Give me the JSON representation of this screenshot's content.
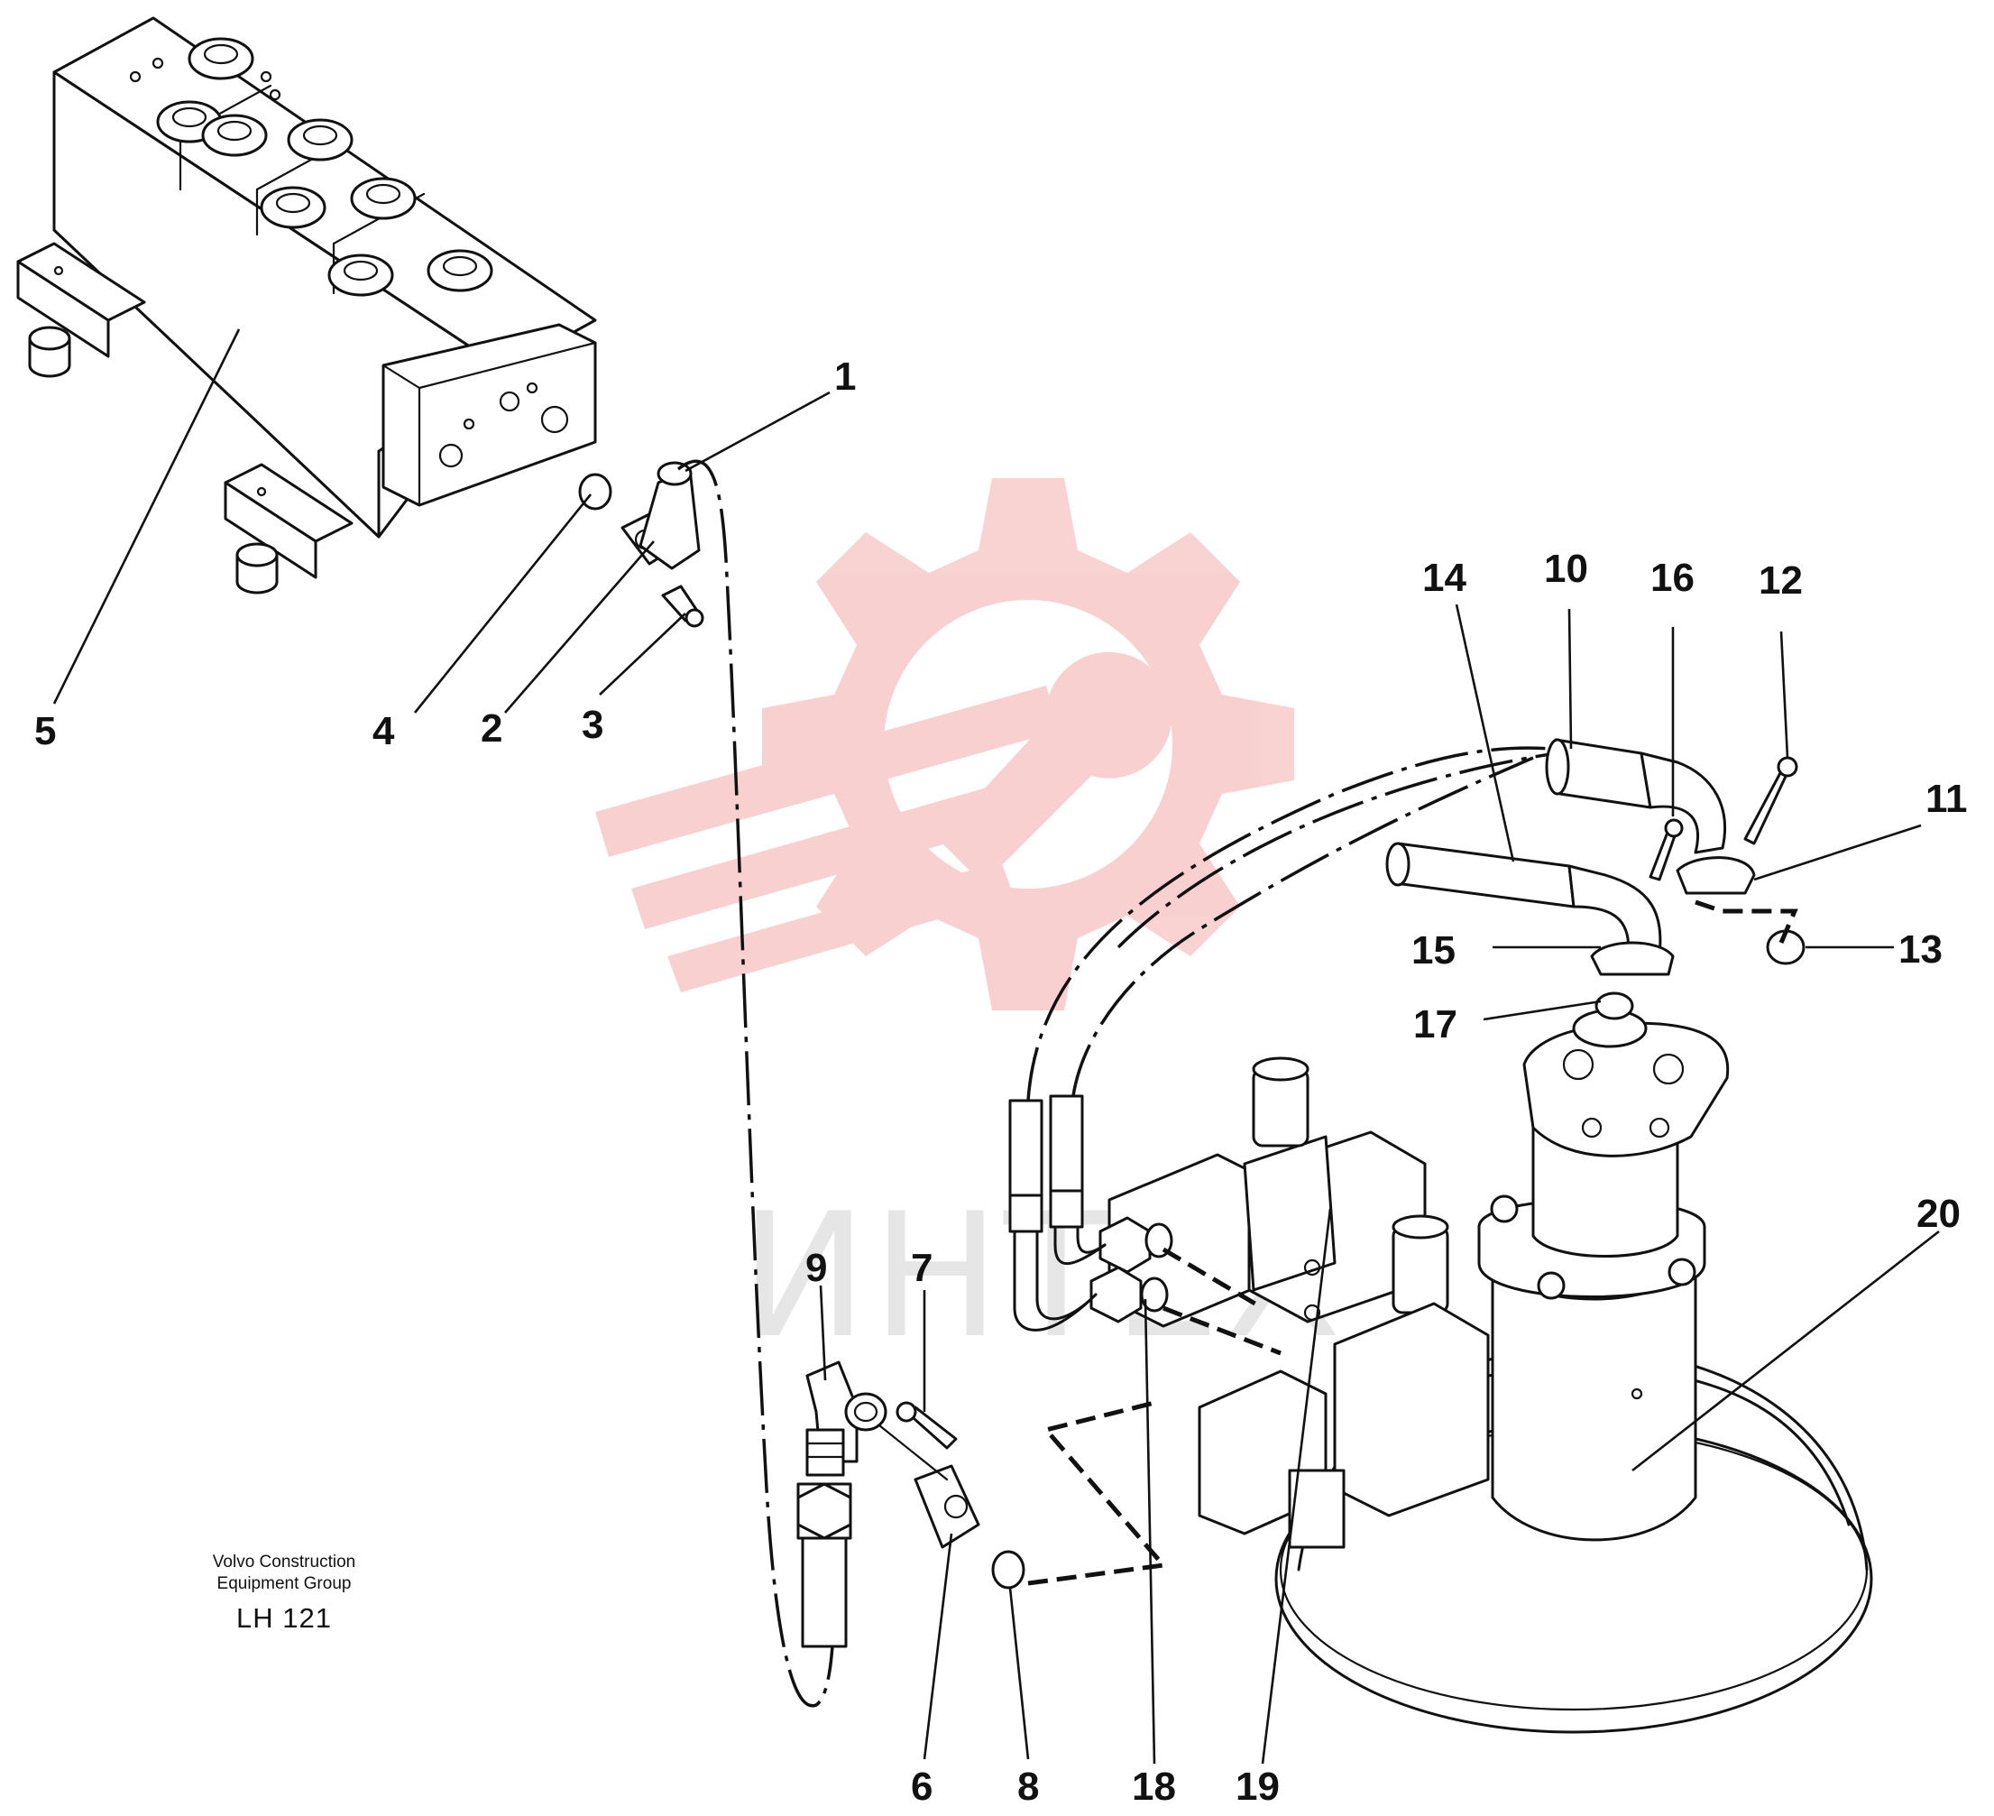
{
  "callouts": [
    {
      "id": "1",
      "label": "1"
    },
    {
      "id": "2",
      "label": "2"
    },
    {
      "id": "3",
      "label": "3"
    },
    {
      "id": "4",
      "label": "4"
    },
    {
      "id": "5",
      "label": "5"
    },
    {
      "id": "6",
      "label": "6"
    },
    {
      "id": "7",
      "label": "7"
    },
    {
      "id": "8",
      "label": "8"
    },
    {
      "id": "9",
      "label": "9"
    },
    {
      "id": "10",
      "label": "10"
    },
    {
      "id": "11",
      "label": "11"
    },
    {
      "id": "12",
      "label": "12"
    },
    {
      "id": "13",
      "label": "13"
    },
    {
      "id": "14",
      "label": "14"
    },
    {
      "id": "15",
      "label": "15"
    },
    {
      "id": "16",
      "label": "16"
    },
    {
      "id": "17",
      "label": "17"
    },
    {
      "id": "18",
      "label": "18"
    },
    {
      "id": "19",
      "label": "19"
    },
    {
      "id": "20",
      "label": "20"
    }
  ],
  "footer": {
    "company_line1": "Volvo Construction",
    "company_line2": "Equipment Group",
    "code": "LH 121"
  },
  "watermark": {
    "text": "ИНТЕХ",
    "color": "#f08080"
  }
}
